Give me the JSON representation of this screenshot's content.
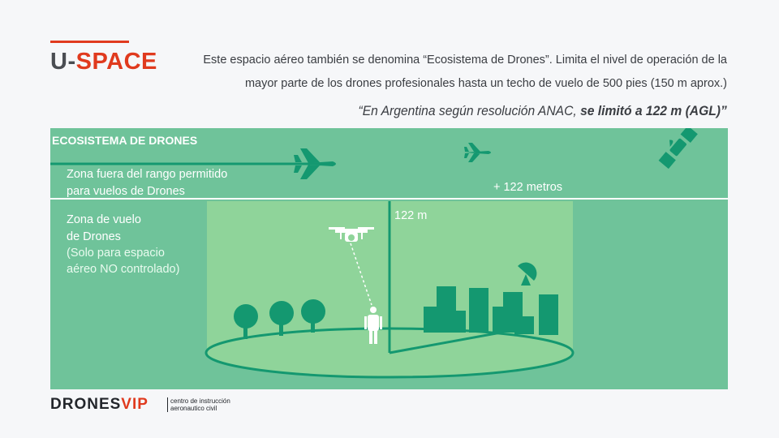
{
  "header": {
    "title_prefix": "U-",
    "title_accent": "SPACE",
    "description_line1": "Este espacio aéreo también se denomina “Ecosistema de Drones”. Limita el nivel de operación de la",
    "description_line2": "mayor parte de los drones profesionales hasta un techo de vuelo de 500 pies (150 m aprox.)",
    "quote_regular": "“En Argentina según resolución ANAC, ",
    "quote_bold": "se limitó a 122 m (AGL)”"
  },
  "diagram": {
    "section_title": "ECOSISTEMA DE DRONES",
    "upper_zone_line1": "Zona fuera del rango permitido",
    "upper_zone_line2": "para vuelos de Drones",
    "above_limit_label": "+ 122 metros",
    "lower_zone_line1": "Zona de vuelo",
    "lower_zone_line2": "de Drones",
    "lower_zone_note1": "(Solo para espacio",
    "lower_zone_note2": "aéreo NO controlado)",
    "height_label": "122 m",
    "colors": {
      "panel": "#6fc39a",
      "flight_zone": "#8fd49a",
      "icons": "#149870",
      "accent": "#e03a1e"
    }
  },
  "footer": {
    "logo_main": "DRONES",
    "logo_accent": "VIP",
    "logo_sub1": "centro de instrucción",
    "logo_sub2": "aeronautico civil"
  }
}
